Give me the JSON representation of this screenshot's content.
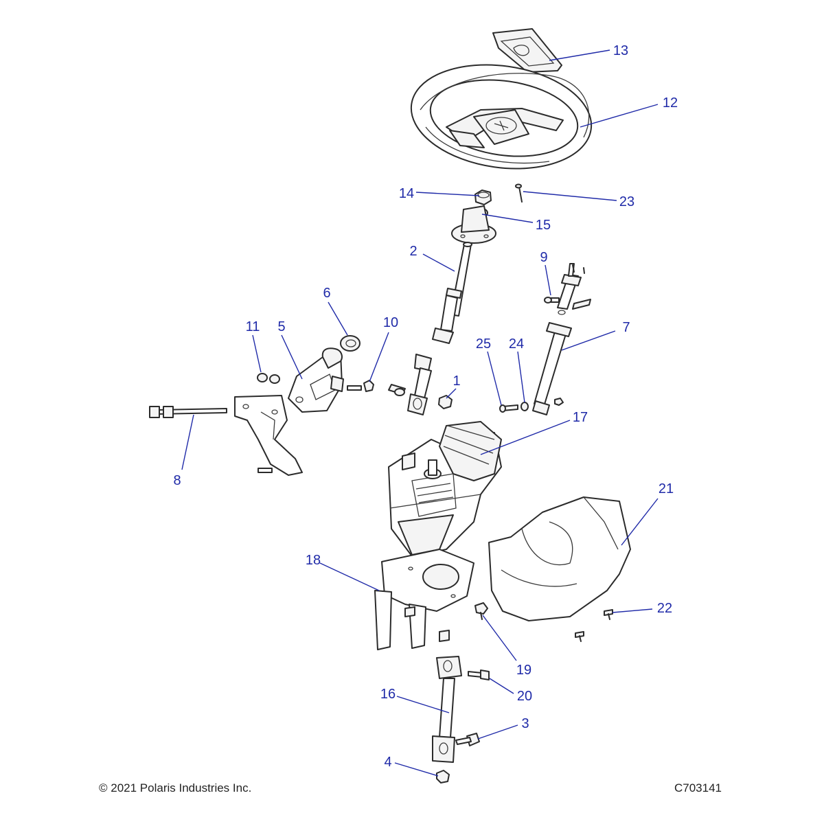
{
  "callouts": [
    {
      "id": "13",
      "label": "13"
    },
    {
      "id": "12",
      "label": "12"
    },
    {
      "id": "14",
      "label": "14"
    },
    {
      "id": "23",
      "label": "23"
    },
    {
      "id": "15",
      "label": "15"
    },
    {
      "id": "2",
      "label": "2"
    },
    {
      "id": "9",
      "label": "9"
    },
    {
      "id": "6",
      "label": "6"
    },
    {
      "id": "11",
      "label": "11"
    },
    {
      "id": "5",
      "label": "5"
    },
    {
      "id": "10",
      "label": "10"
    },
    {
      "id": "7",
      "label": "7"
    },
    {
      "id": "25",
      "label": "25"
    },
    {
      "id": "24",
      "label": "24"
    },
    {
      "id": "1",
      "label": "1"
    },
    {
      "id": "17",
      "label": "17"
    },
    {
      "id": "8",
      "label": "8"
    },
    {
      "id": "21",
      "label": "21"
    },
    {
      "id": "18",
      "label": "18"
    },
    {
      "id": "22",
      "label": "22"
    },
    {
      "id": "19",
      "label": "19"
    },
    {
      "id": "20",
      "label": "20"
    },
    {
      "id": "16",
      "label": "16"
    },
    {
      "id": "3",
      "label": "3"
    },
    {
      "id": "4",
      "label": "4"
    }
  ],
  "footer": {
    "copyright": "© 2021 Polaris Industries Inc.",
    "drawing_number": "C703141"
  },
  "colors": {
    "callout": "#1f2aa8",
    "line_art": "#2b2b2b",
    "background": "#ffffff"
  }
}
